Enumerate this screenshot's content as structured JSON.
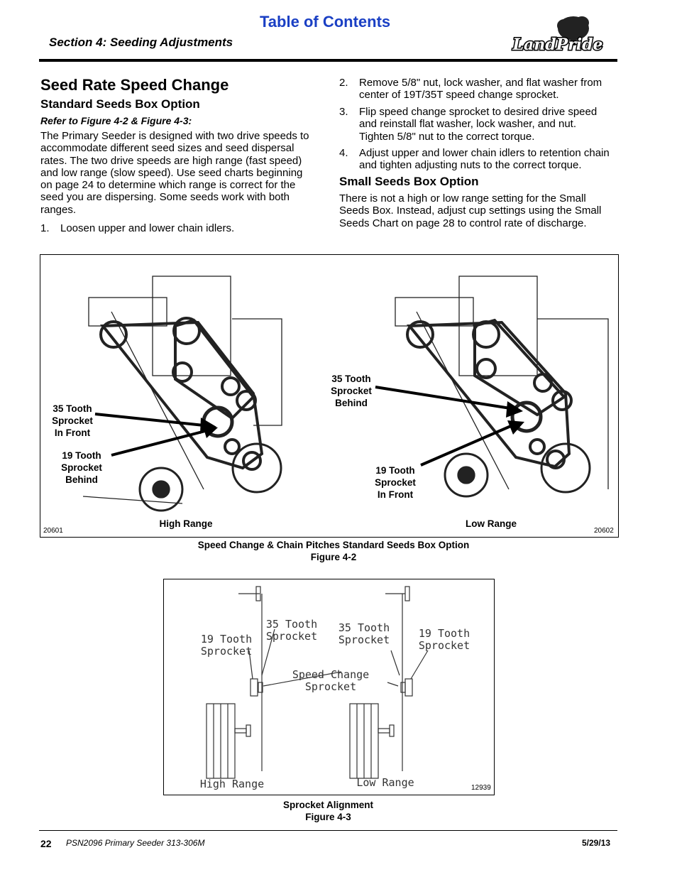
{
  "header": {
    "toc_link": "Table of Contents",
    "section": "Section 4: Seeding Adjustments",
    "logo_text": "LandPride"
  },
  "content": {
    "title": "Seed Rate Speed Change",
    "subtitle_standard": "Standard Seeds Box Option",
    "refer": "Refer to Figure 4-2 & Figure 4-3:",
    "intro_lines": [
      "The Primary Seeder is designed with two drive speeds to",
      "accommodate different seed sizes and seed dispersal",
      "rates. The two drive speeds are high range (fast speed)",
      "and low range (slow speed). Use seed charts beginning",
      "on page 24 to determine which range is correct for the",
      "seed you are dispersing. Some seeds work with both",
      "ranges."
    ],
    "steps": [
      {
        "num": "1.",
        "lines": [
          "Loosen upper and lower chain idlers."
        ]
      },
      {
        "num": "2.",
        "lines": [
          "Remove 5/8\" nut, lock washer, and flat washer from",
          "center of 19T/35T speed change sprocket."
        ]
      },
      {
        "num": "3.",
        "lines": [
          "Flip speed change sprocket to desired drive speed",
          "and reinstall flat washer, lock washer, and nut.",
          "Tighten 5/8\" nut to the correct torque."
        ]
      },
      {
        "num": "4.",
        "lines": [
          "Adjust upper and lower chain idlers to retention chain",
          "and tighten adjusting nuts to the correct torque."
        ]
      }
    ],
    "subtitle_small": "Small Seeds Box Option",
    "small_lines": [
      "There is not a high or low range setting for the Small",
      "Seeds Box. Instead, adjust cup settings using the Small",
      "Seeds Chart on page 28 to control rate of discharge."
    ]
  },
  "figure_4_2": {
    "left_labels": {
      "a": [
        "35 Tooth",
        "Sprocket",
        "In Front"
      ],
      "b": [
        "19 Tooth",
        "Sprocket",
        "Behind"
      ]
    },
    "right_labels": {
      "a": [
        "35 Tooth",
        "Sprocket",
        "Behind"
      ],
      "b": [
        "19 Tooth",
        "Sprocket",
        "In Front"
      ]
    },
    "left_caption": "High Range",
    "right_caption": "Low Range",
    "left_code": "20601",
    "right_code": "20602",
    "caption_line1": "Speed Change & Chain Pitches Standard Seeds Box Option",
    "caption_line2": "Figure 4-2"
  },
  "figure_4_3": {
    "labels": {
      "left_19": [
        "19 Tooth",
        "Sprocket"
      ],
      "left_35": [
        "35 Tooth",
        "Sprocket"
      ],
      "right_35": [
        "35 Tooth",
        "Sprocket"
      ],
      "right_19": [
        "19 Tooth",
        "Sprocket"
      ],
      "speed_change": [
        "Speed Change",
        "Sprocket"
      ]
    },
    "high_range": "High Range",
    "low_range": "Low Range",
    "code": "12939",
    "caption_line1": "Sprocket Alignment",
    "caption_line2": "Figure 4-3"
  },
  "footer": {
    "page": "22",
    "doc": "PSN2096 Primary Seeder   313-306M",
    "date": "5/29/13"
  },
  "colors": {
    "link": "#1a3fc4",
    "text": "#000000"
  }
}
